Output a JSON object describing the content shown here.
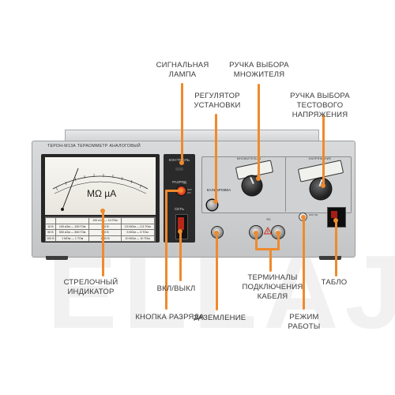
{
  "watermark": "ELLAJ",
  "device": {
    "model_title": "ТЕРОН-М13А ТЕРАОММЕТР АНАЛОГОВЫЙ",
    "meter_unit": "MΩ µA",
    "kontrol_label": "КОНТРОЛЬ",
    "razryad_label": "РАЗРЯД",
    "set_label": "СЕТЬ",
    "off_on_label": "OFF ON",
    "calibration_label": "КАЛИБРОВКА",
    "multiplier_caption": "МНОЖИТЕЛЬ Ω",
    "voltage_caption": "НАПРЯЖЕНИЕ",
    "rx_label": "RX",
    "meter_table": [
      [
        "",
        "",
        "100 кОм — 10 ГОм",
        "",
        ""
      ],
      [
        "10 В",
        "100 кОм — 100 ГОм",
        "250 В",
        "2,5 МОм — 2,5 ТОм",
        ""
      ],
      [
        "50 В",
        "500 кОм — 500 ГОм",
        "500 В",
        "5 МОм — 5 ТОм",
        ""
      ],
      [
        "100 В",
        "1 МОм — 1 ТОм",
        "1000 В",
        "10 МОм — 10 ТОм",
        ""
      ]
    ]
  },
  "labels": {
    "lamp": "СИГНАЛЬНАЯ ЛАМПА",
    "multiplier": "РУЧКА ВЫБОРА МНОЖИТЕЛЯ",
    "regulator": "РЕГУЛЯТОР УСТАНОВКИ",
    "voltage": "РУЧКА ВЫБОРА ТЕСТОВОГО НАПРЯЖЕНИЯ",
    "arrow_indicator": "СТРЕЛОЧНЫЙ ИНДИКАТОР",
    "on_off": "ВКЛ/ВЫКЛ",
    "discharge": "КНОПКА РАЗРЯДА",
    "ground": "ЗАЗЕМЛЕНИЕ",
    "terminals": "ТЕРМИНАЛЫ ПОДКЛЮЧЕНИЯ КАБЕЛЯ",
    "mode": "РЕЖИМ РАБОТЫ",
    "display": "ТАБЛО"
  },
  "colors": {
    "callout": "#ef8a2c",
    "discharge_button": "#c8260f",
    "power_rocker": "#b8281a"
  }
}
